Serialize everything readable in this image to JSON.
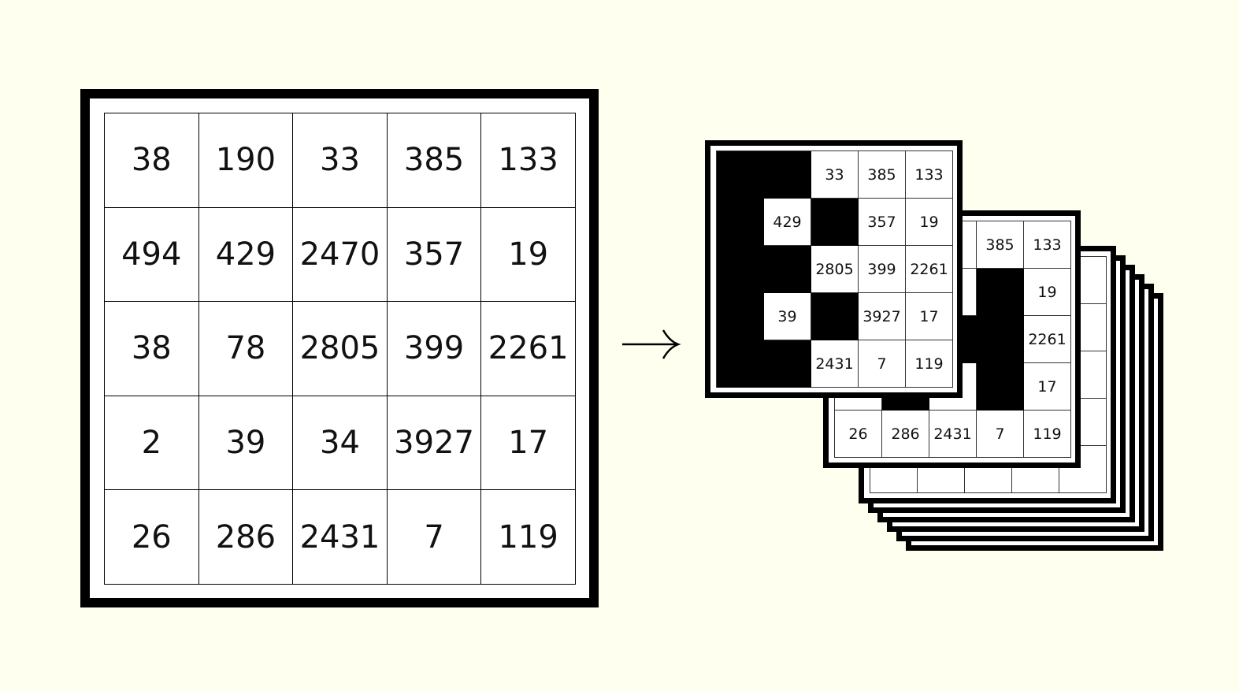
{
  "input_grid": [
    [
      "38",
      "190",
      "33",
      "385",
      "133"
    ],
    [
      "494",
      "429",
      "2470",
      "357",
      "19"
    ],
    [
      "38",
      "78",
      "2805",
      "399",
      "2261"
    ],
    [
      "2",
      "39",
      "34",
      "3927",
      "17"
    ],
    [
      "26",
      "286",
      "2431",
      "7",
      "119"
    ]
  ],
  "arrow_icon": "right-arrow",
  "colors": {
    "background": "#fffff0",
    "mask": "#000000",
    "cell": "#ffffff"
  },
  "masked_cards": [
    {
      "mask": [
        [
          1,
          1,
          0,
          0,
          0
        ],
        [
          1,
          0,
          1,
          0,
          0
        ],
        [
          1,
          1,
          0,
          0,
          0
        ],
        [
          1,
          0,
          1,
          0,
          0
        ],
        [
          1,
          1,
          0,
          0,
          0
        ]
      ]
    },
    {
      "mask": [
        [
          0,
          0,
          0,
          0,
          0
        ],
        [
          0,
          0,
          0,
          1,
          0
        ],
        [
          0,
          0,
          1,
          1,
          0
        ],
        [
          0,
          1,
          0,
          1,
          0
        ],
        [
          0,
          0,
          0,
          0,
          0
        ]
      ]
    },
    {
      "mask": [
        [
          0,
          0,
          0,
          0,
          0
        ],
        [
          0,
          0,
          0,
          0,
          0
        ],
        [
          0,
          0,
          0,
          0,
          0
        ],
        [
          0,
          0,
          0,
          0,
          0
        ],
        [
          0,
          0,
          0,
          0,
          0
        ]
      ]
    }
  ],
  "stack_back_card_count": 5
}
